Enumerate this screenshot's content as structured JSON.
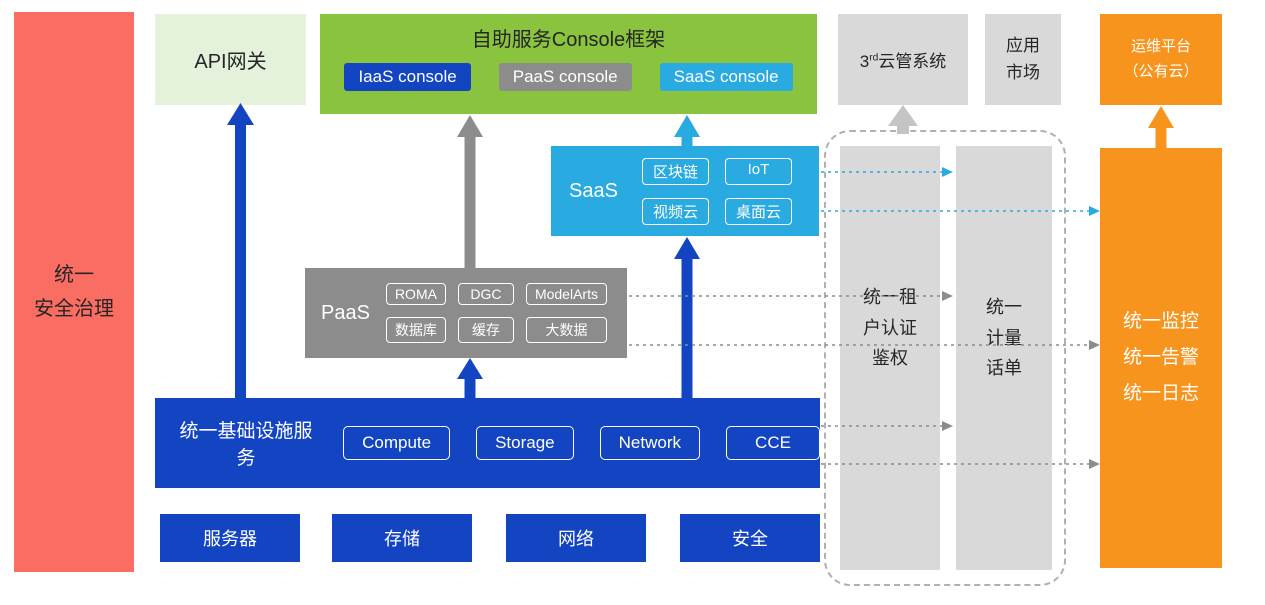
{
  "colors": {
    "red": "#FA6D62",
    "pale_green": "#E4F1DB",
    "green": "#8AC43F",
    "blue": "#1345C3",
    "gray": "#8C8C8C",
    "cyan": "#29ABE2",
    "light_gray": "#D9D9D9",
    "orange": "#F7941E"
  },
  "security_bar": {
    "label": "统一\n安全治理"
  },
  "api_gateway": {
    "label": "API网关"
  },
  "console_framework": {
    "title": "自助服务Console框架",
    "badges": [
      {
        "label": "IaaS console",
        "color": "#1345C3"
      },
      {
        "label": "PaaS console",
        "color": "#8C8C8C"
      },
      {
        "label": "SaaS console",
        "color": "#29ABE2"
      }
    ]
  },
  "third_party_cms": {
    "prefix": "3",
    "sup": "rd",
    "suffix": "云管系统"
  },
  "app_market": {
    "label": "应用\n市场"
  },
  "om_platform": {
    "label": "运维平台\n（公有云）"
  },
  "saas": {
    "label": "SaaS",
    "badges": [
      "区块链",
      "IoT",
      "视频云",
      "桌面云"
    ]
  },
  "paas": {
    "label": "PaaS",
    "badges": [
      "ROMA",
      "DGC",
      "ModelArts",
      "数据库",
      "缓存",
      "大数据"
    ]
  },
  "infra": {
    "label": "统一基础设施服务",
    "badges": [
      "Compute",
      "Storage",
      "Network",
      "CCE"
    ]
  },
  "foundation": {
    "items": [
      "服务器",
      "存储",
      "网络",
      "安全"
    ]
  },
  "auth_column": {
    "label": "统一租\n户认证\n鉴权"
  },
  "metering_column": {
    "label": "统一\n计量\n话单"
  },
  "monitoring_bar": {
    "label": "统一监控\n统一告警\n统一日志"
  }
}
